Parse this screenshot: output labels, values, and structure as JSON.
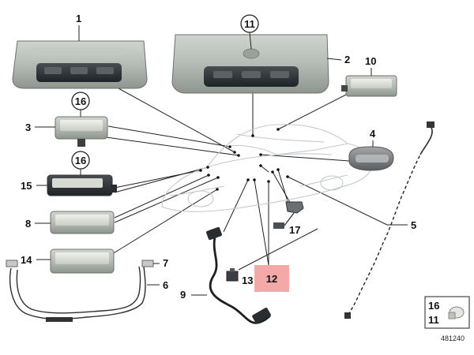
{
  "diagram": {
    "drawing_number": "481240",
    "highlight_color": "#f5a8a8",
    "callouts": [
      {
        "id": "c1",
        "text": "1",
        "circled": false,
        "highlighted": false
      },
      {
        "id": "c11a",
        "text": "11",
        "circled": true,
        "highlighted": false
      },
      {
        "id": "c2",
        "text": "2",
        "circled": false,
        "highlighted": false
      },
      {
        "id": "c10",
        "text": "10",
        "circled": false,
        "highlighted": false
      },
      {
        "id": "c16a",
        "text": "16",
        "circled": true,
        "highlighted": false
      },
      {
        "id": "c3",
        "text": "3",
        "circled": false,
        "highlighted": false
      },
      {
        "id": "c16b",
        "text": "16",
        "circled": true,
        "highlighted": false
      },
      {
        "id": "c15",
        "text": "15",
        "circled": false,
        "highlighted": false
      },
      {
        "id": "c4",
        "text": "4",
        "circled": false,
        "highlighted": false
      },
      {
        "id": "c8",
        "text": "8",
        "circled": false,
        "highlighted": false
      },
      {
        "id": "c5",
        "text": "5",
        "circled": false,
        "highlighted": false
      },
      {
        "id": "c17",
        "text": "17",
        "circled": false,
        "highlighted": false
      },
      {
        "id": "c14",
        "text": "14",
        "circled": false,
        "highlighted": false
      },
      {
        "id": "c7",
        "text": "7",
        "circled": false,
        "highlighted": false
      },
      {
        "id": "c6",
        "text": "6",
        "circled": false,
        "highlighted": false
      },
      {
        "id": "c13",
        "text": "13",
        "circled": false,
        "highlighted": false
      },
      {
        "id": "c12",
        "text": "12",
        "circled": false,
        "highlighted": true
      },
      {
        "id": "c9",
        "text": "9",
        "circled": false,
        "highlighted": false
      }
    ],
    "legend_box": {
      "top": "16",
      "bottom": "11"
    }
  }
}
